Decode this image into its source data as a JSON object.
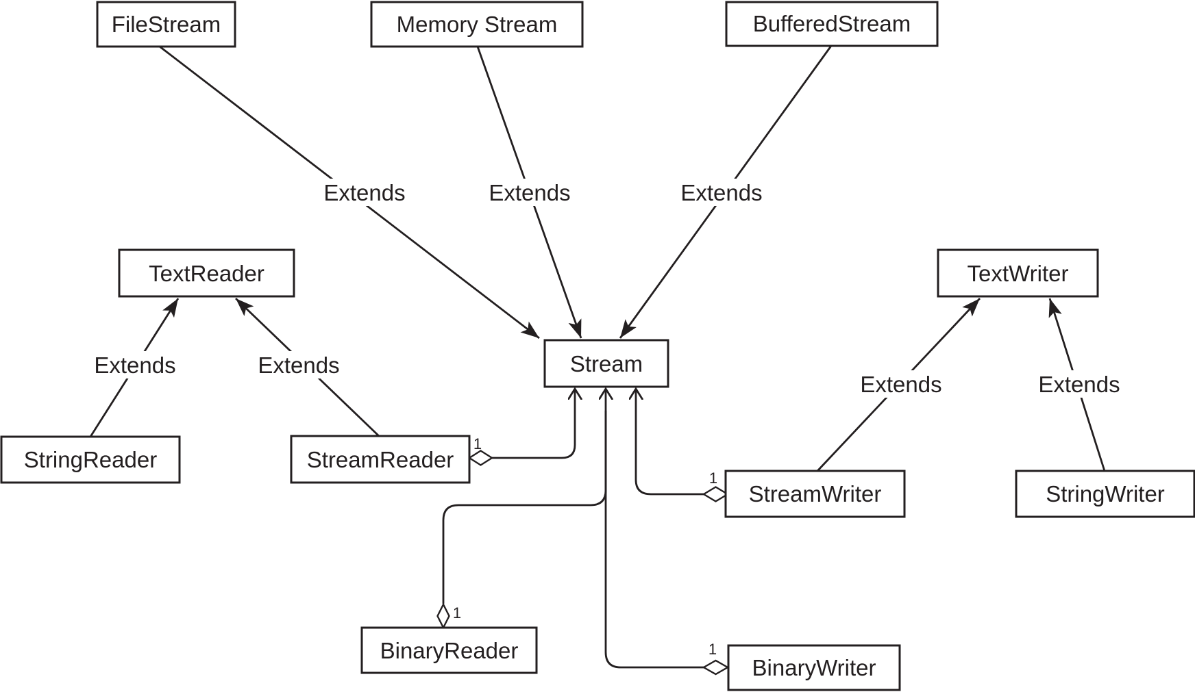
{
  "diagram": {
    "type": "uml-class-diagram",
    "background_color": "#ffffff",
    "line_color": "#231f20",
    "box_fill_color": "#ffffff",
    "nodes": [
      {
        "id": "filestream",
        "label": "FileStream"
      },
      {
        "id": "memorystream",
        "label": "Memory Stream"
      },
      {
        "id": "bufferedstream",
        "label": "BufferedStream"
      },
      {
        "id": "textreader",
        "label": "TextReader"
      },
      {
        "id": "stream",
        "label": "Stream"
      },
      {
        "id": "textwriter",
        "label": "TextWriter"
      },
      {
        "id": "stringreader",
        "label": "StringReader"
      },
      {
        "id": "streamreader",
        "label": "StreamReader"
      },
      {
        "id": "streamwriter",
        "label": "StreamWriter"
      },
      {
        "id": "stringwriter",
        "label": "StringWriter"
      },
      {
        "id": "binaryreader",
        "label": "BinaryReader"
      },
      {
        "id": "binarywriter",
        "label": "BinaryWriter"
      }
    ],
    "edges": [
      {
        "from": "FileStream",
        "to": "Stream",
        "type": "extends",
        "label": "Extends"
      },
      {
        "from": "Memory Stream",
        "to": "Stream",
        "type": "extends",
        "label": "Extends"
      },
      {
        "from": "BufferedStream",
        "to": "Stream",
        "type": "extends",
        "label": "Extends"
      },
      {
        "from": "StringReader",
        "to": "TextReader",
        "type": "extends",
        "label": "Extends"
      },
      {
        "from": "StreamReader",
        "to": "TextReader",
        "type": "extends",
        "label": "Extends"
      },
      {
        "from": "StreamWriter",
        "to": "TextWriter",
        "type": "extends",
        "label": "Extends"
      },
      {
        "from": "StringWriter",
        "to": "TextWriter",
        "type": "extends",
        "label": "Extends"
      },
      {
        "from": "StreamReader",
        "to": "Stream",
        "type": "aggregation",
        "multiplicity": "1"
      },
      {
        "from": "StreamWriter",
        "to": "Stream",
        "type": "aggregation",
        "multiplicity": "1"
      },
      {
        "from": "BinaryReader",
        "to": "Stream",
        "type": "aggregation",
        "multiplicity": "1"
      },
      {
        "from": "BinaryWriter",
        "to": "Stream",
        "type": "aggregation",
        "multiplicity": "1"
      }
    ]
  }
}
